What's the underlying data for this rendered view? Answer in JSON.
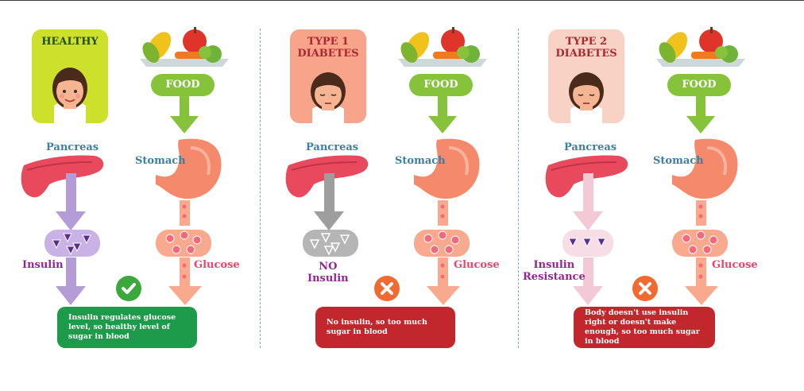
{
  "colors": {
    "healthy_accent": "#cde02b",
    "type1_accent": "#f7a48a",
    "type2_accent": "#f9d2c6",
    "food_green": "#86c33a",
    "insulin_purple": "#93278f",
    "glucose_pink": "#e8456b",
    "pancreas_blue": "#3d7ea6",
    "ok_green": "#1e9b4a",
    "bad_red": "#c1272d"
  },
  "panels": [
    {
      "title": "HEALTHY",
      "food": "FOOD",
      "pancreas": "Pancreas",
      "stomach": "Stomach",
      "insulin": "Insulin",
      "glucose": "Glucose",
      "status": "check-icon",
      "result": "Insulin regulates glucose level, so healthy level of sugar in blood"
    },
    {
      "title": "TYPE 1\nDIABETES",
      "food": "FOOD",
      "pancreas": "Pancreas",
      "stomach": "Stomach",
      "insulin": "NO\nInsulin",
      "glucose": "Glucose",
      "status": "cross-icon",
      "result": "No insulin, so too much sugar in blood"
    },
    {
      "title": "TYPE 2\nDIABETES",
      "food": "FOOD",
      "pancreas": "Pancreas",
      "stomach": "Stomach",
      "insulin": "Insulin\nResistance",
      "glucose": "Glucose",
      "status": "cross-icon",
      "result": "Body doesn't use insulin right or doesn't make enough, so too much sugar in blood"
    }
  ]
}
